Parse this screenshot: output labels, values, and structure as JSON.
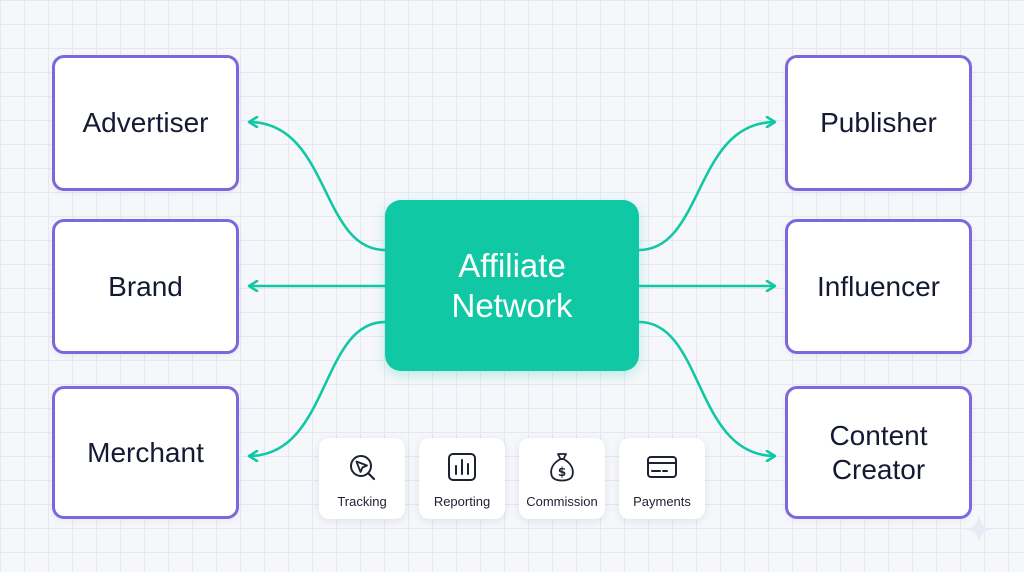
{
  "hub": {
    "label": "Affiliate Network"
  },
  "left_nodes": [
    {
      "id": "advertiser",
      "label": "Advertiser"
    },
    {
      "id": "brand",
      "label": "Brand"
    },
    {
      "id": "merchant",
      "label": "Merchant"
    }
  ],
  "right_nodes": [
    {
      "id": "publisher",
      "label": "Publisher"
    },
    {
      "id": "influencer",
      "label": "Influencer"
    },
    {
      "id": "creator",
      "label": "Content Creator"
    }
  ],
  "features": [
    {
      "label": "Tracking",
      "icon": "cursor-target-icon"
    },
    {
      "label": "Reporting",
      "icon": "bar-chart-icon"
    },
    {
      "label": "Commission",
      "icon": "money-bag-icon"
    },
    {
      "label": "Payments",
      "icon": "credit-card-icon"
    }
  ],
  "colors": {
    "accent": "#10c8a3",
    "node_border": "#7b68dd",
    "text": "#141a33",
    "background": "#f5f7fb"
  }
}
